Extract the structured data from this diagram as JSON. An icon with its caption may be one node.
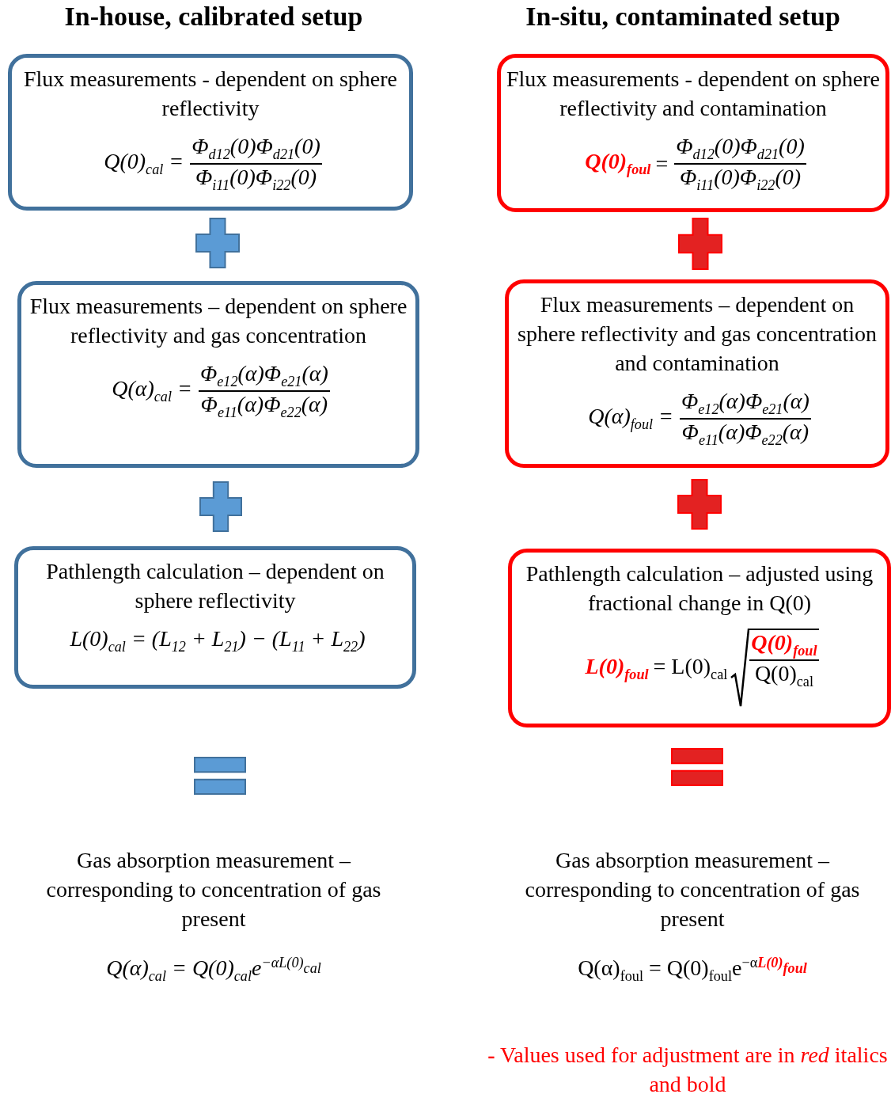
{
  "diagram": {
    "nodes": [
      {
        "text": [
          "Flux measurements - dependent on sphere reflectivity",
          "Q(0)$_{cal}$ =",
          "Φ$_{d12}$(0)Φ$_{d21}$(0)",
          "Φ$_{i11}$(0)Φ$_{i22}$(0)"
        ]
      },
      {
        "text": [
          "Flux measurements - dependent on sphere reflectivity and contamination",
          "Q(0)$_{foul}$",
          "=",
          "Φ$_{d12}$(0)Φ$_{d21}$(0)",
          "Φ$_{i11}$(0)Φ$_{i22}$(0)"
        ]
      },
      {
        "text": [
          "Flux measurements – dependent on sphere reflectivity and gas concentration",
          "Q(α)$_{cal}$ =",
          "Φ$_{e12}$(α)Φ$_{e21}$(α)",
          "Φ$_{e11}$(α)Φ$_{e22}$(α)"
        ]
      },
      {
        "text": [
          "Flux measurements – dependent on sphere reflectivity and gas concentration and contamination",
          "Q(α)$_{foul}$ =",
          "Φ$_{e12}$(α)Φ$_{e21}$(α)",
          "Φ$_{e11}$(α)Φ$_{e22}$(α)"
        ]
      },
      {
        "text": [
          "Pathlength calculation – dependent on sphere reflectivity",
          "L(0)$_{cal}$ = (L$_{12}$ + L$_{21}$) − (L$_{11}$ + L$_{22}$)"
        ]
      },
      {
        "text": [
          "Pathlength calculation – adjusted using fractional change in Q(0)",
          "L(0)$_{foul}$",
          "= L(0)$_{cal}$",
          "Q(0)$_{foul}$",
          "Q(0)$_{cal}$"
        ]
      },
      {
        "text": [
          "Gas absorption measurement – corresponding to concentration of gas present",
          "Q(α)$_{cal}$ = Q(0)$_{cal}$e",
          "$^{−αL(0)}$",
          "$_{cal}$"
        ]
      },
      {
        "text": [
          "Gas absorption measurement – corresponding to concentration of gas present",
          "Q(α)$_{foul}$ = Q(0)$_{foul}$e",
          "$^{−α}$",
          "$^{L(0)}$",
          "$_{foul}$"
        ]
      }
    ],
    "labels": [
      "In-house, calibrated setup",
      "In-situ, contaminated setup",
      "**-** Values used for adjustment are in *red* italics and bold"
    ]
  }
}
